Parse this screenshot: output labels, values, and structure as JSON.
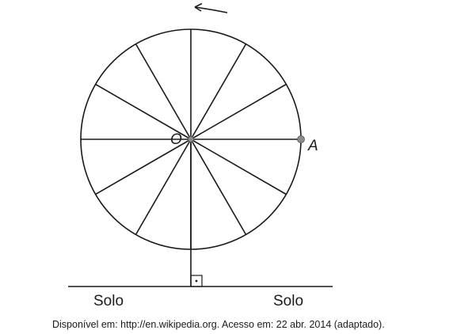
{
  "diagram": {
    "center_label": "O",
    "point_label": "A",
    "ground_label_left": "Solo",
    "ground_label_right": "Solo",
    "right_angle_mark": "·",
    "rotation_arrow_icon": "counterclockwise-arrow-icon",
    "spoke_count": 12,
    "colors": {
      "line": "#1a1a1a",
      "point": "#8a8a8a"
    }
  },
  "caption": "Disponível em: http://en.wikipedia.org. Acesso em: 22 abr. 2014 (adaptado)."
}
